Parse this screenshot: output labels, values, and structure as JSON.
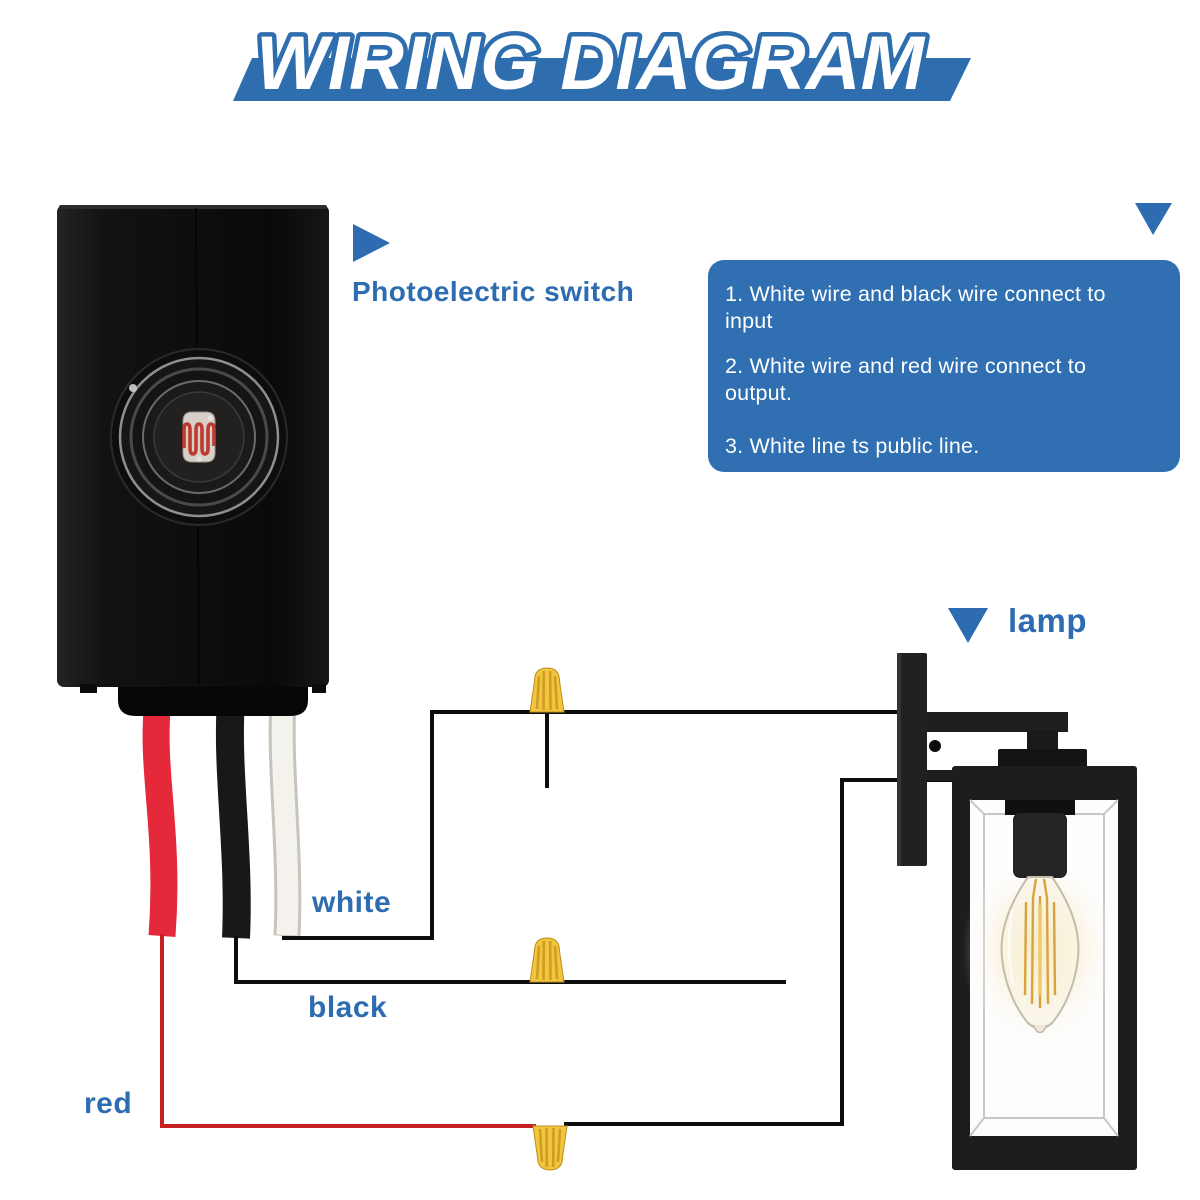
{
  "title": {
    "text": "WIRING DIAGRAM"
  },
  "labels": {
    "photoelectric_switch": "Photoelectric switch",
    "lamp": "lamp",
    "white_wire": "white",
    "black_wire": "black",
    "red_wire": "red"
  },
  "notes": {
    "items": [
      "1. White wire and black wire connect to input",
      "2. White wire and red wire connect to output.",
      "3. White line ts public line."
    ]
  },
  "icons": {
    "pointer_right": "triangle-right-icon",
    "pointer_down_notes": "triangle-down-icon",
    "pointer_down_lamp": "triangle-down-icon"
  },
  "colors": {
    "accent_blue": "#2d6cb0",
    "band_blue": "#2e6eae",
    "note_box_blue": "#2f6fb2",
    "wire_red": "#e5293a",
    "wire_black": "#181818",
    "wire_white": "#f4f2ec",
    "wire_white_edge": "#c9c4ba",
    "line_black": "#0d0d0d",
    "line_red": "#c62020",
    "nut_yellow": "#f2c53d",
    "device_black": "#101010",
    "filament_gold": "#d8a33c"
  }
}
